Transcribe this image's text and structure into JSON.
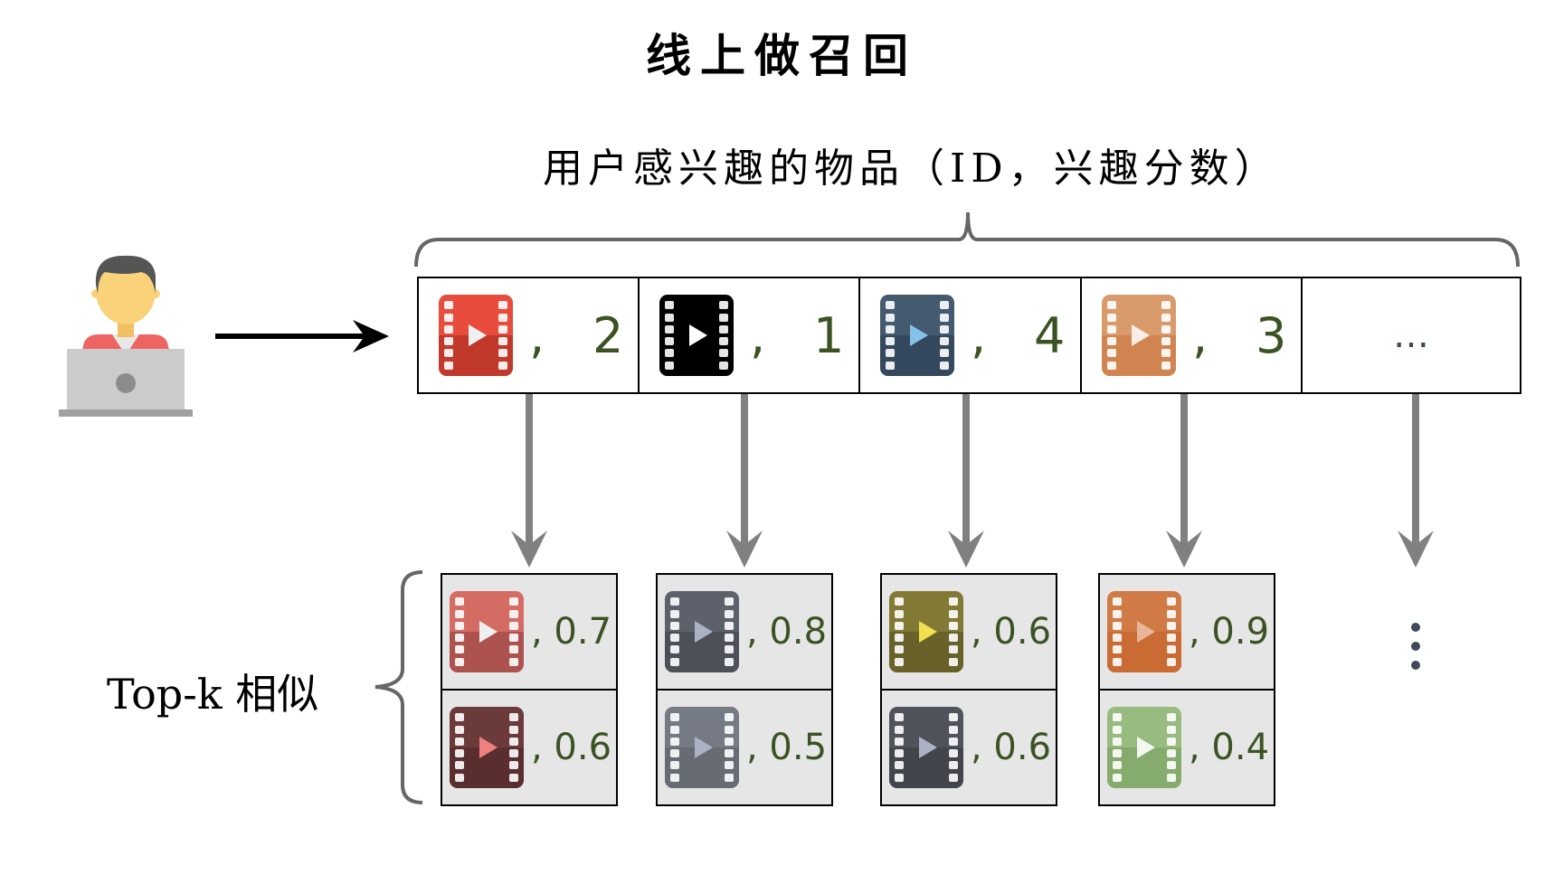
{
  "title": "线上做召回",
  "interest_label": "用户感兴趣的物品（ID，兴趣分数）",
  "topk_label": "Top-k 相似",
  "ellipsis": "…",
  "vertical_ellipsis": "⋮",
  "user_icon": "user-with-laptop-icon",
  "interest_items": [
    {
      "icon": "video-icon",
      "color_top": "#e74c3c",
      "color_bottom": "#c0392b",
      "play": "#ecf0f1",
      "id_sep": ",",
      "score": "2"
    },
    {
      "icon": "video-icon",
      "color_top": "#000000",
      "color_bottom": "#000000",
      "play": "#ffffff",
      "id_sep": ",",
      "score": "1"
    },
    {
      "icon": "video-icon",
      "color_top": "#435a6f",
      "color_bottom": "#34495e",
      "play": "#85c1e9",
      "id_sep": ",",
      "score": "4"
    },
    {
      "icon": "video-icon",
      "color_top": "#d99a6c",
      "color_bottom": "#d08550",
      "play": "#fbeee6",
      "id_sep": ",",
      "score": "3"
    }
  ],
  "similar_items": [
    [
      {
        "color_top": "#d46c64",
        "color_bottom": "#ad534f",
        "play": "#ecf0f1",
        "score": ", 0.7"
      },
      {
        "color_top": "#6b3a3a",
        "color_bottom": "#5a2e2e",
        "play": "#f08080",
        "score": ", 0.6"
      }
    ],
    [
      {
        "color_top": "#5d616b",
        "color_bottom": "#4d5059",
        "play": "#aab2c4",
        "score": ", 0.8"
      },
      {
        "color_top": "#757a84",
        "color_bottom": "#676b74",
        "play": "#aab2c4",
        "score": ", 0.5"
      }
    ],
    [
      {
        "color_top": "#827935",
        "color_bottom": "#686129",
        "play": "#f0e050",
        "score": ", 0.6"
      },
      {
        "color_top": "#50535b",
        "color_bottom": "#43454c",
        "play": "#aab2c4",
        "score": ", 0.6"
      }
    ],
    [
      {
        "color_top": "#d07a45",
        "color_bottom": "#c96b32",
        "play": "#e9b59a",
        "score": ", 0.9"
      },
      {
        "color_top": "#98bb80",
        "color_bottom": "#85ac6c",
        "play": "#f4f8f0",
        "score": ", 0.4"
      }
    ]
  ]
}
